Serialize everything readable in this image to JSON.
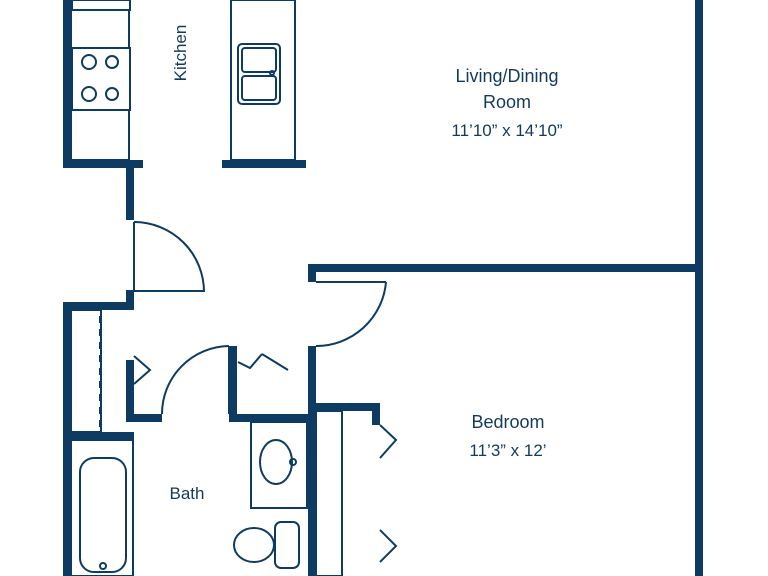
{
  "rooms": {
    "kitchen": {
      "name": "Kitchen"
    },
    "living": {
      "name_line1": "Living/Dining",
      "name_line2": "Room",
      "dimensions": "11’10” x 14’10”"
    },
    "bedroom": {
      "name": "Bedroom",
      "dimensions": "11’3” x 12’"
    },
    "bath": {
      "name": "Bath"
    }
  },
  "colors": {
    "wall": "#0d3b62",
    "text": "#123a5e",
    "background": "#ffffff"
  }
}
